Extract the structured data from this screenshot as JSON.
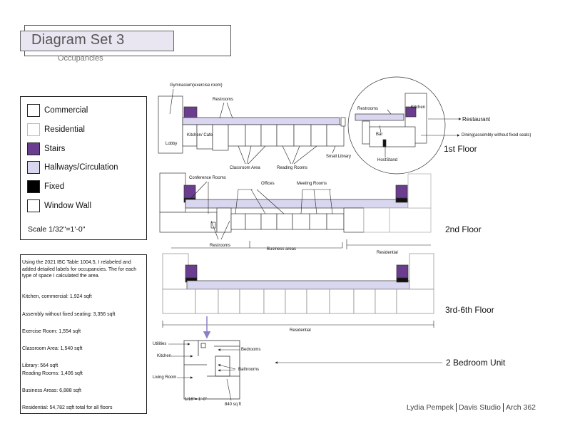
{
  "header": {
    "title": "Diagram Set 3",
    "subtitle": "Occupancies"
  },
  "legend": {
    "items": [
      {
        "label": "Commercial",
        "color": "#ffffff"
      },
      {
        "label": "Residential",
        "color": "#ffffff"
      },
      {
        "label": "Stairs",
        "color": "#6b3d8e"
      },
      {
        "label": "Hallways/Circulation",
        "color": "#d9d6ef"
      },
      {
        "label": "Fixed",
        "color": "#000000"
      },
      {
        "label": "Window Wall",
        "color": "#ffffff"
      }
    ],
    "scale": "Scale 1/32\"=1'-0\""
  },
  "notes": {
    "intro": "Using the 2021 IBC Table 1004.5, I relabeled and added detailed labels for occupancies. The for each type of space I calculated the area.",
    "kitchen": "Kitchen, commercial: 1,924 sqft",
    "assembly": "Assembly without fixed seating: 3,356 sqft",
    "exercise": "Exercise Room: 1,554 sqft",
    "classroom": "Classroom Area: 1,540 sqft",
    "library": "Library: 564 sqft",
    "reading": "Reading Rooms: 1,406 sqft",
    "business": "Business Areas: 6,888 sqft",
    "residential": "Residential: 54,782 sqft total for all floors"
  },
  "floors": {
    "first": "1st Floor",
    "second": "2nd Floor",
    "typical": "3rd-6th Floor",
    "unit": "2 Bedroom Unit"
  },
  "labels": {
    "gymnasium": "Gymnasium(exercise room)",
    "restrooms_1": "Restrooms",
    "restrooms_rest": "Restrooms",
    "kitchen": "Kitchen",
    "restaurant": "Restaurant",
    "bar": "Bar",
    "dining": "Dining(assembly without fixed seats)",
    "host": "HostStand",
    "lobby": "Lobby",
    "kitchen_cafe": "Kitchen/ Cafe",
    "classroom_area": "Classroom Area",
    "reading_rooms": "Reading Rooms",
    "small_library": "Small Library",
    "conference": "Conference Rooms",
    "offices": "Offices",
    "meeting": "Meeting Rooms",
    "restrooms_2": "Restrooms",
    "business_areas": "Business areas",
    "residential_2": "Residential",
    "residential_3": "Residential",
    "utilities": "Utilities",
    "unit_kitchen": "Kitchen",
    "living": "Living Room",
    "bedrooms": "Bedrooms",
    "bathrooms": "Bathrooms",
    "unit_scale": "1/16\"= 1'-0\"",
    "unit_area": "840 sq ft"
  },
  "footer": {
    "name": "Lydia Pempek",
    "studio": "Davis Studio",
    "course": "Arch 362"
  }
}
